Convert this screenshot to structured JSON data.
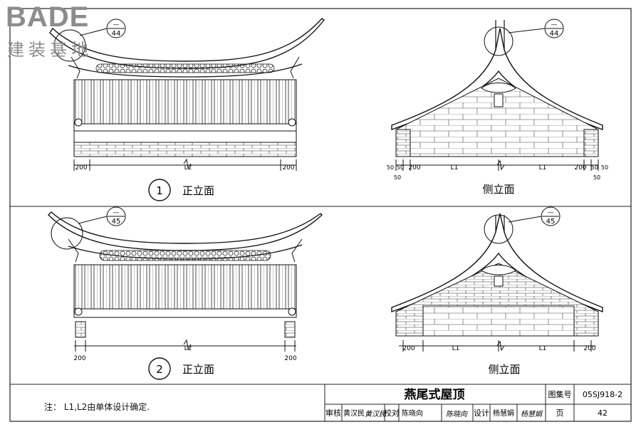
{
  "logo": {
    "brand": "BADE",
    "subtitle": "建装基地"
  },
  "views": {
    "front1": {
      "number": "1",
      "title": "正立面",
      "ref_top": "—",
      "ref_bottom": "44",
      "dim_left": "200",
      "dim_mid": "L2",
      "dim_right": "200"
    },
    "side1": {
      "title": "侧立面",
      "ref_top": "—",
      "ref_bottom": "44",
      "dims": [
        "50",
        "50",
        "200",
        "L1",
        "L1",
        "200",
        "50",
        "50"
      ],
      "dim_sub_left": "50",
      "dim_sub_right": "50"
    },
    "front2": {
      "number": "2",
      "title": "正立面",
      "ref_top": "—",
      "ref_bottom": "45",
      "dim_left": "200",
      "dim_mid": "L2",
      "dim_right": "200"
    },
    "side2": {
      "title": "侧立面",
      "ref_top": "—",
      "ref_bottom": "45",
      "dims": [
        "200",
        "L1",
        "L1",
        "200"
      ]
    }
  },
  "note": "注：  L1,L2由单体设计确定.",
  "title_block": {
    "drawing_title": "燕尾式屋顶",
    "atlas_label": "图集号",
    "atlas_no": "05SJ918-2",
    "page_label": "页",
    "page_no": "42",
    "signatures": [
      "审核",
      "黄汉民",
      "黄汉民",
      "校对",
      "陈晓向",
      "陈晓向",
      "设计",
      "杨慧娟",
      "杨慧娟"
    ]
  }
}
